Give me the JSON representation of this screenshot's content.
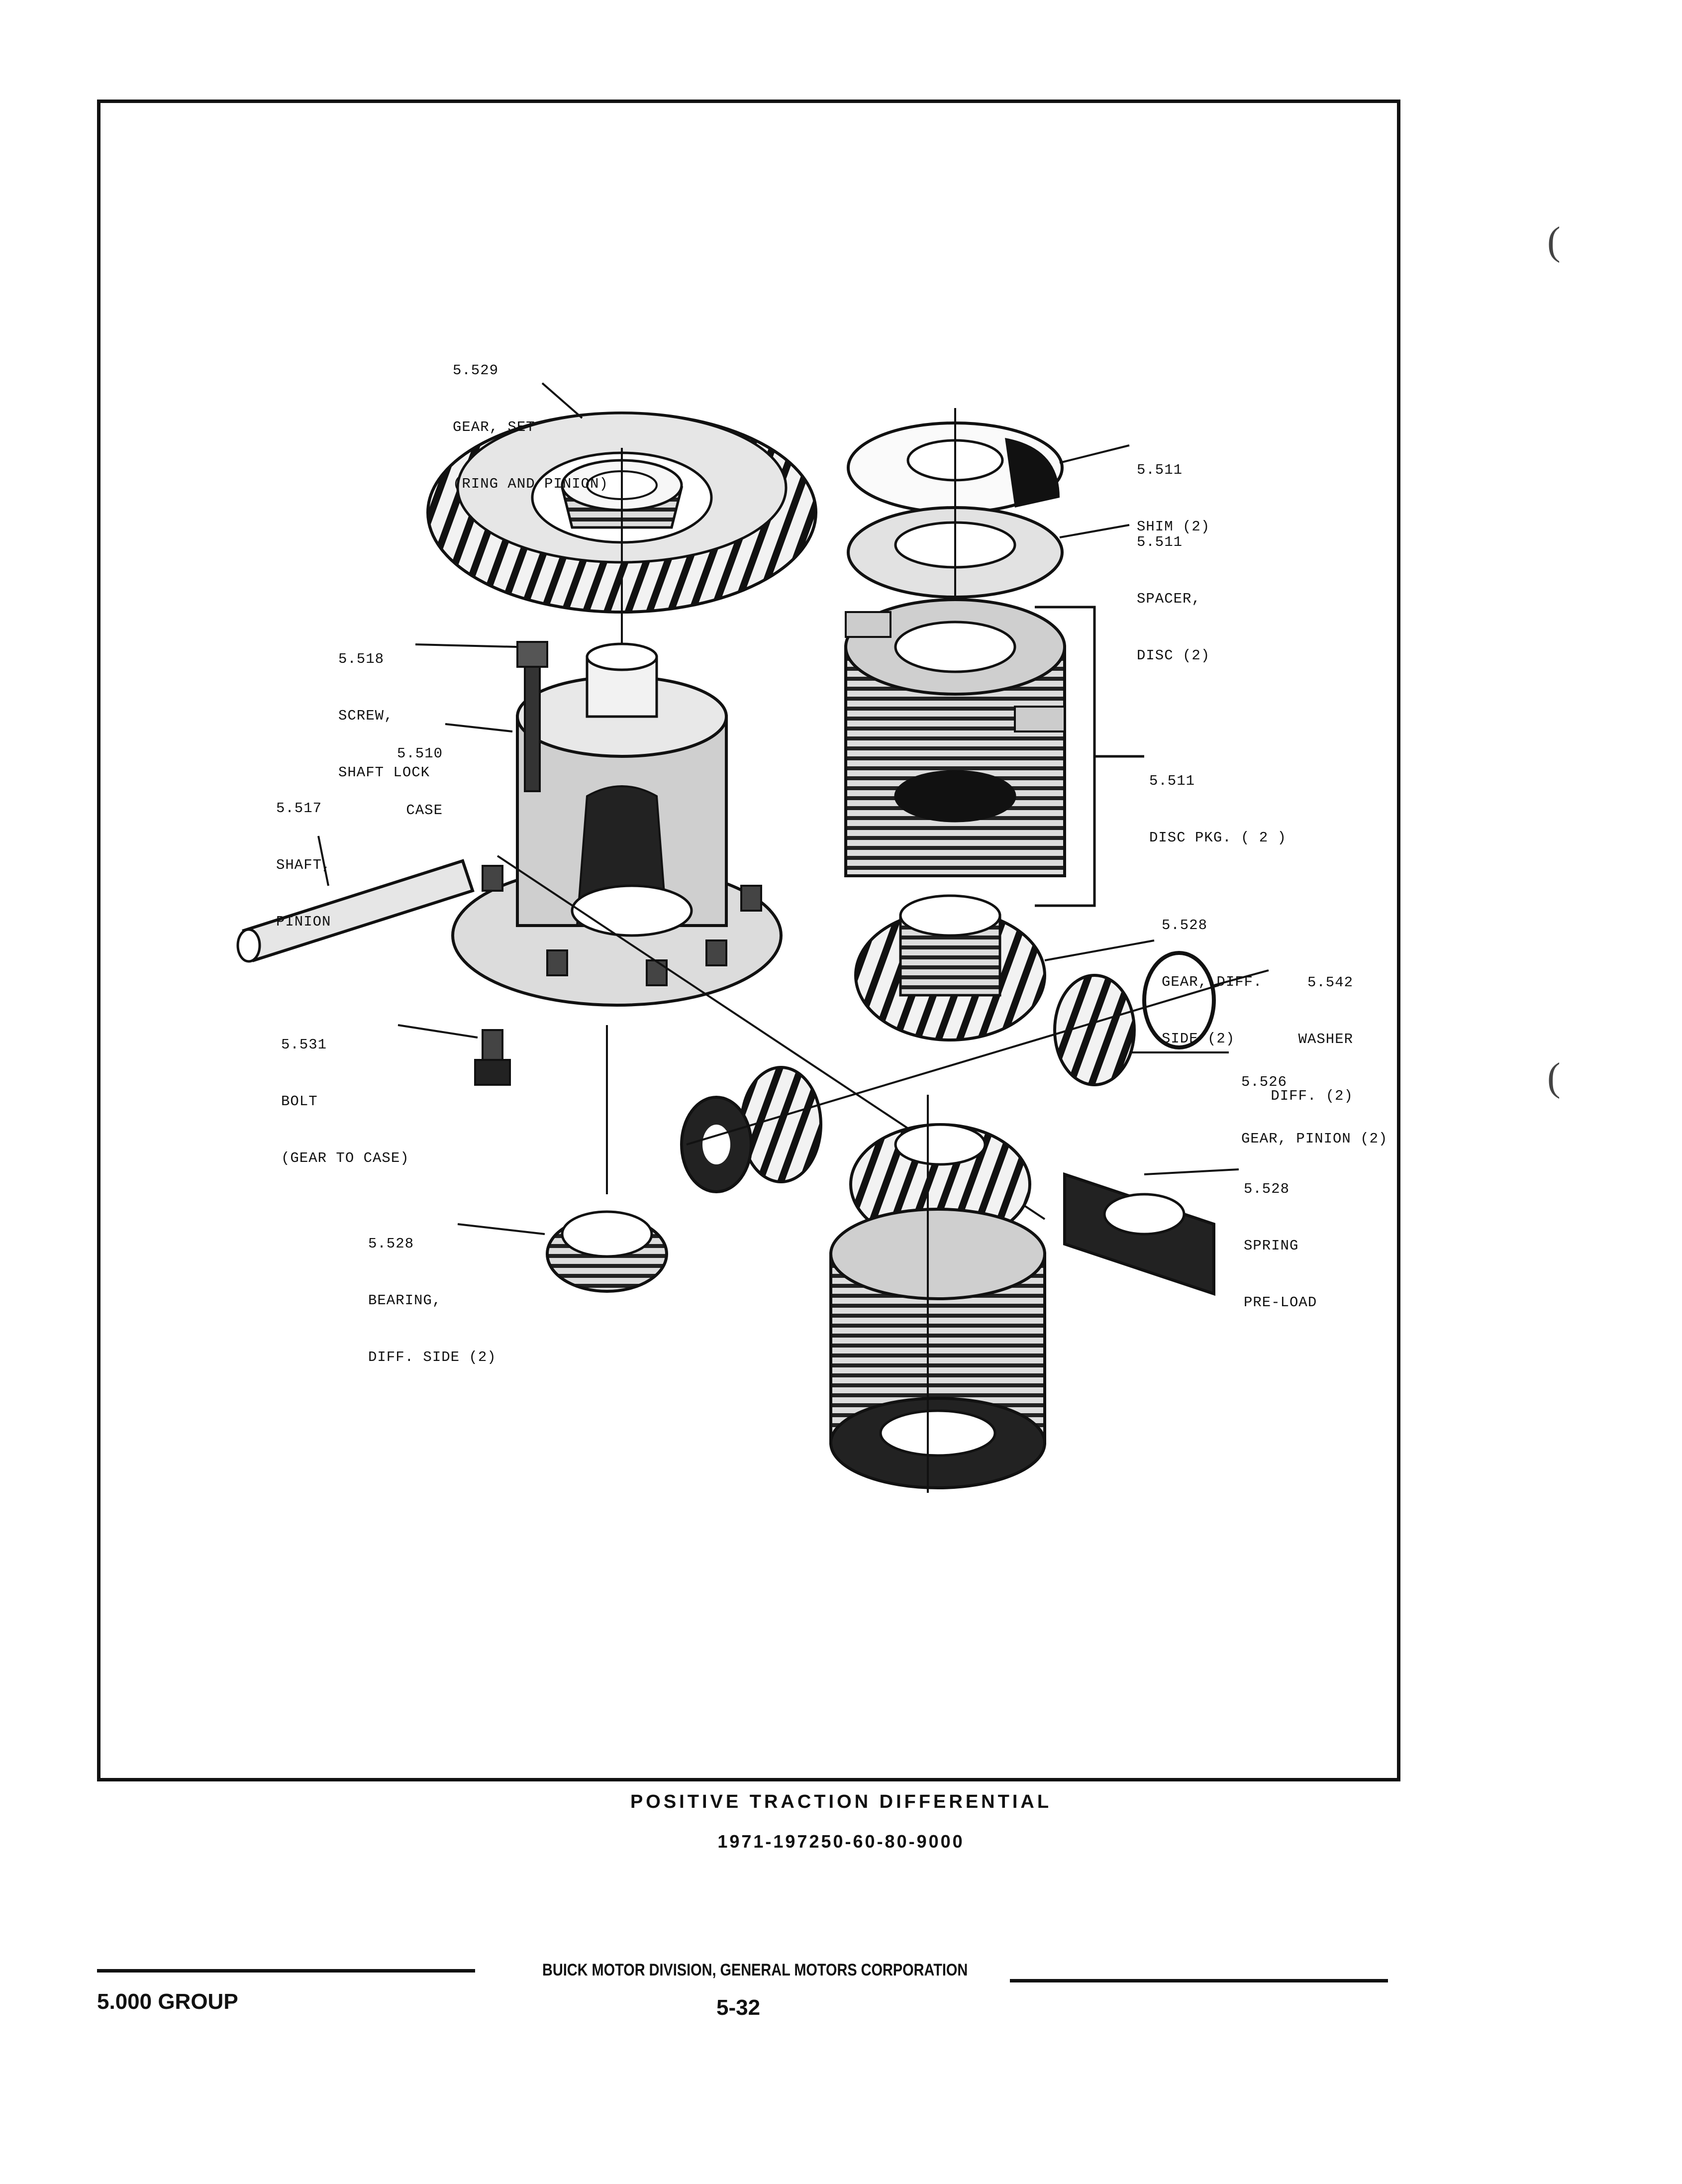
{
  "callouts": [
    {
      "id": "ring-pinion",
      "lines": [
        "5.529",
        "GEAR, SET",
        "(RING AND PINION)"
      ]
    },
    {
      "id": "shim",
      "lines": [
        "5.511",
        "SHIM (2)"
      ]
    },
    {
      "id": "spacer-disc",
      "lines": [
        "5.511",
        "SPACER,",
        "DISC (2)"
      ]
    },
    {
      "id": "screw-shaft-lock",
      "lines": [
        "5.518",
        "SCREW,",
        "SHAFT LOCK"
      ]
    },
    {
      "id": "case",
      "lines": [
        "5.510",
        "CASE"
      ]
    },
    {
      "id": "disc-pkg",
      "lines": [
        "5.511",
        "DISC PKG. ( 2 )"
      ]
    },
    {
      "id": "shaft-pinion",
      "lines": [
        "5.517",
        "SHAFT,",
        "PINION"
      ]
    },
    {
      "id": "side-gear",
      "lines": [
        "5.528",
        "GEAR, DIFF.",
        "SIDE (2)"
      ]
    },
    {
      "id": "washer-diff",
      "lines": [
        "5.542",
        "WASHER",
        "DIFF. (2)"
      ]
    },
    {
      "id": "bolt",
      "lines": [
        "5.531",
        "BOLT",
        "(GEAR TO CASE)"
      ]
    },
    {
      "id": "pinion-gear",
      "lines": [
        "5.526",
        "GEAR, PINION (2)"
      ]
    },
    {
      "id": "spring-preload",
      "lines": [
        "5.528",
        "SPRING",
        "PRE-LOAD"
      ]
    },
    {
      "id": "side-bearing",
      "lines": [
        "5.528",
        "BEARING,",
        "DIFF. SIDE (2)"
      ]
    }
  ],
  "caption": {
    "title": "POSITIVE TRACTION DIFFERENTIAL",
    "models": "1971-197250-60-80-9000"
  },
  "footer": {
    "corporation": "BUICK MOTOR DIVISION, GENERAL MOTORS CORPORATION",
    "group": "5.000 GROUP",
    "page": "5-32"
  },
  "colors": {
    "ink": "#111111",
    "paper": "#ffffff",
    "shade": "#888888"
  }
}
